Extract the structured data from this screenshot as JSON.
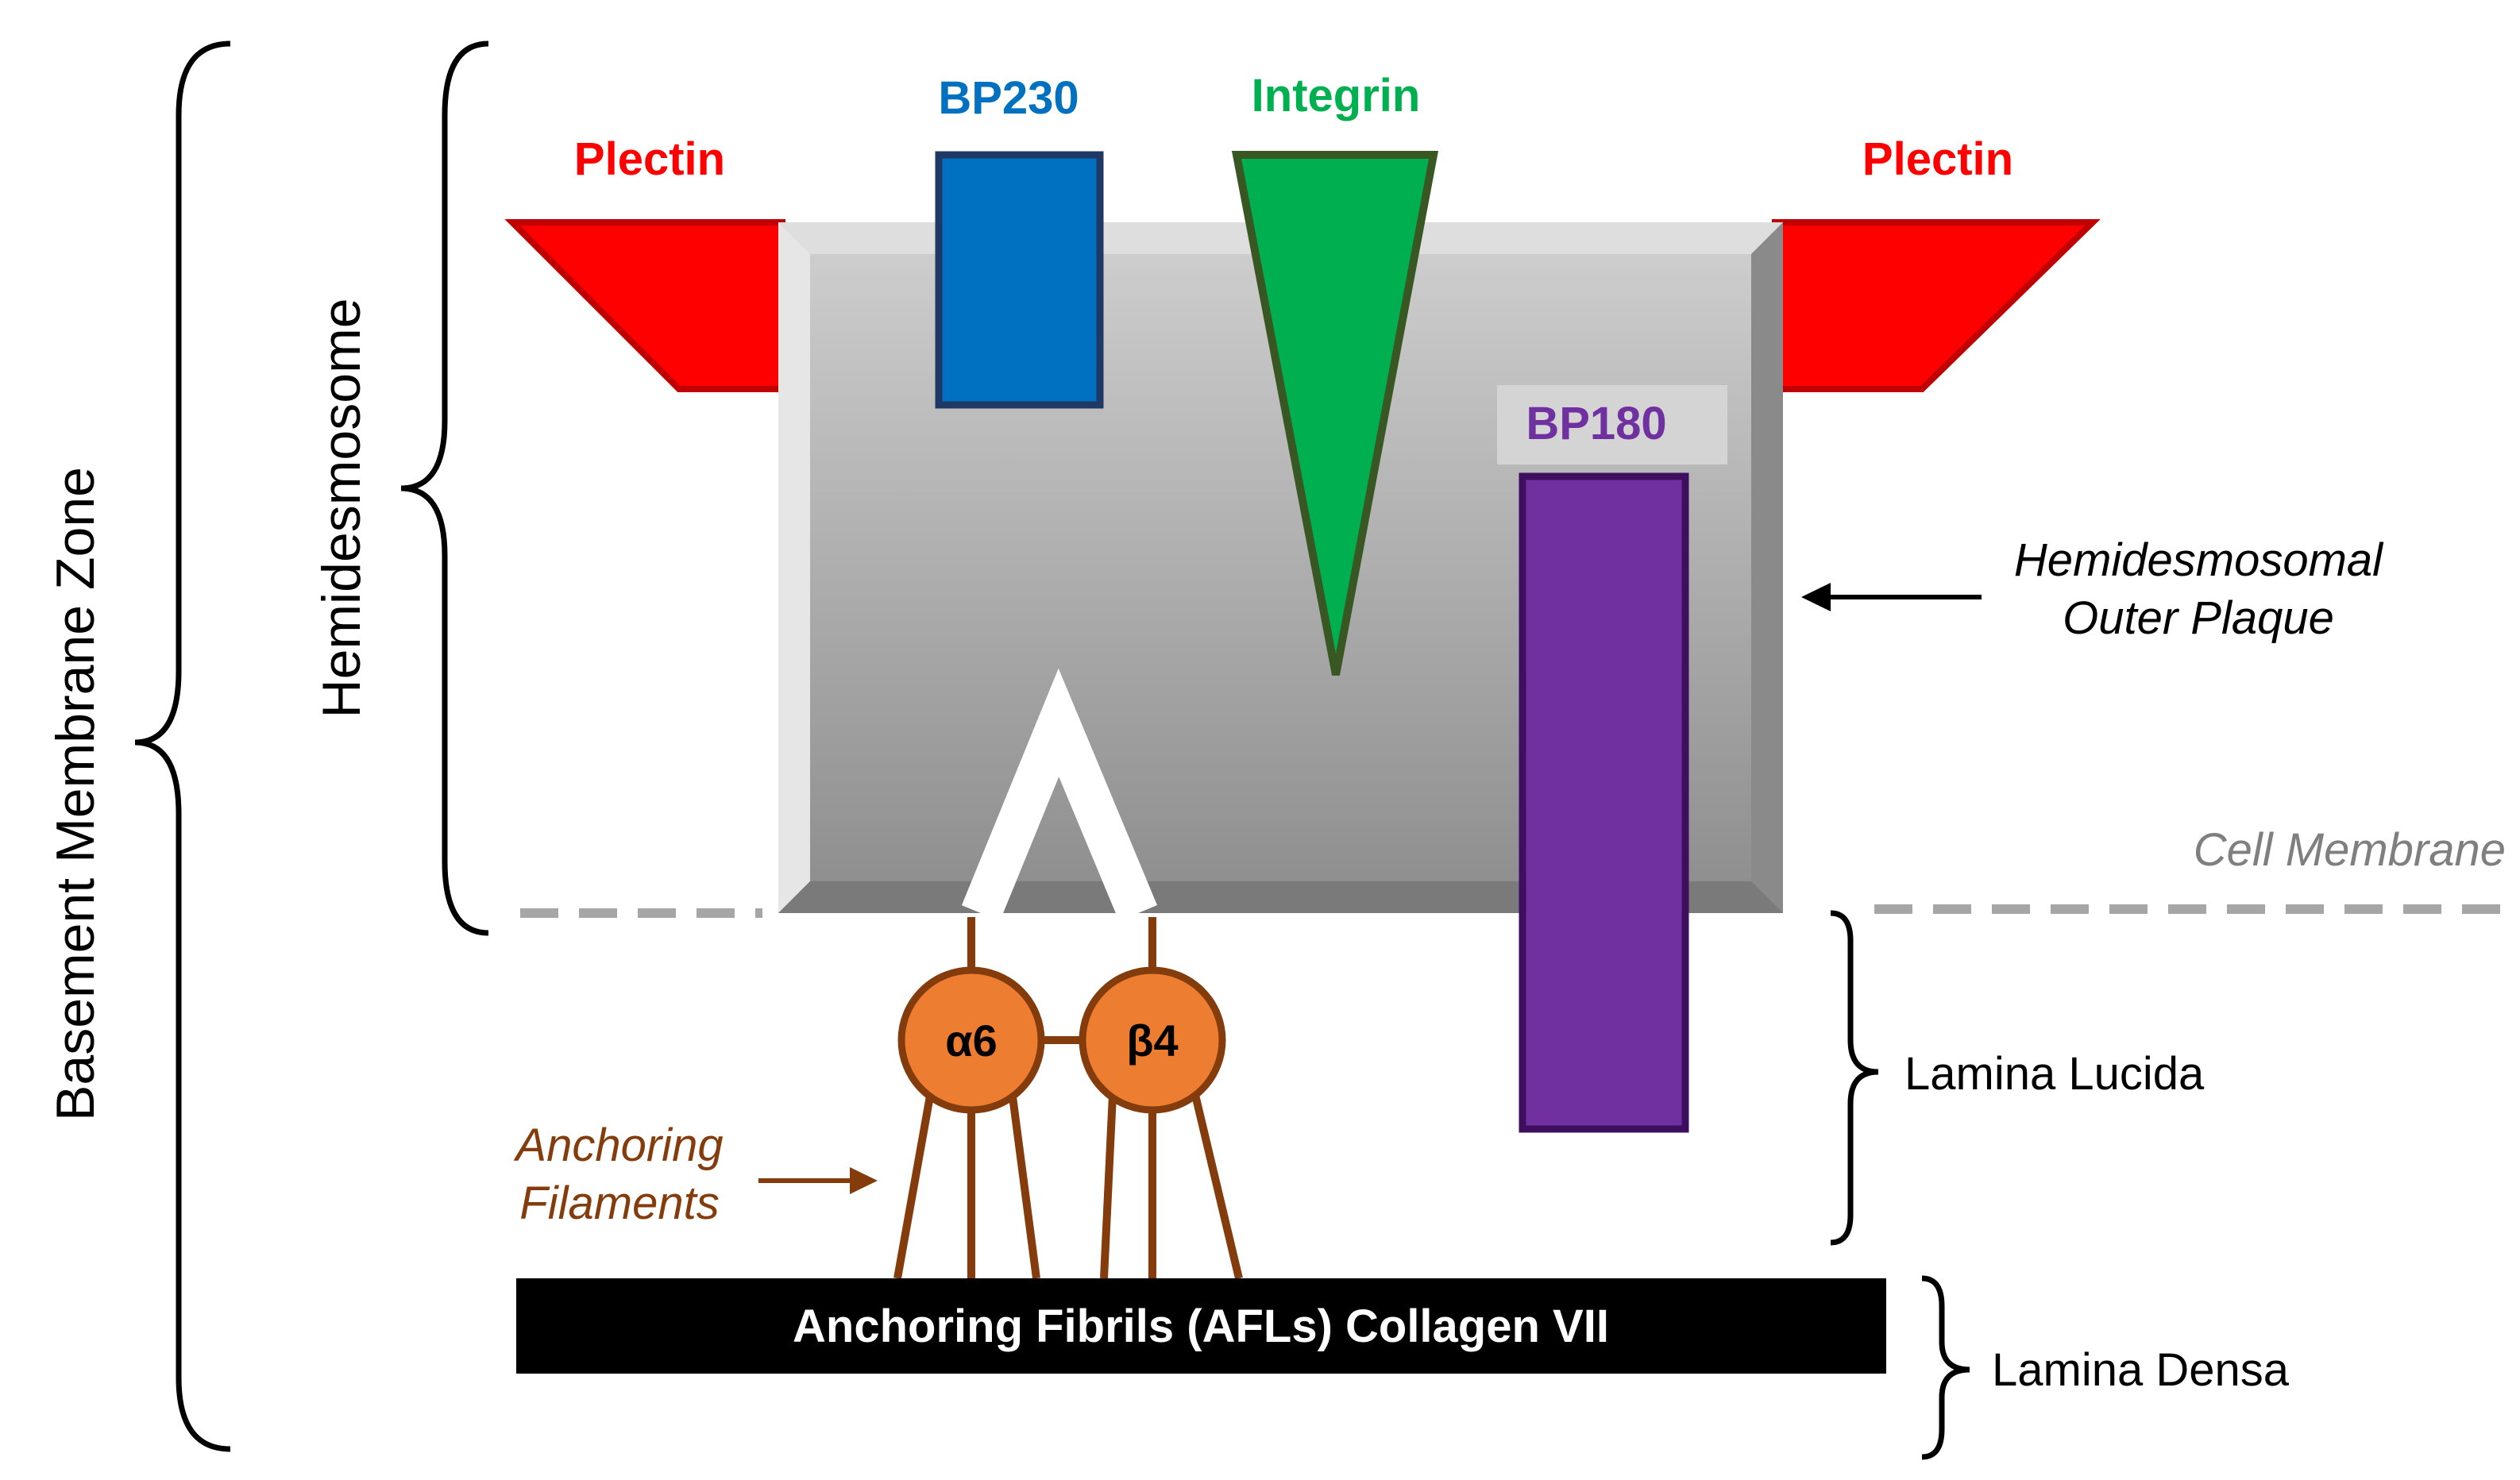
{
  "labels": {
    "basement_membrane_zone": "Basement Membrane Zone",
    "hemidesmosome": "Hemidesmosome",
    "plectin_left": "Plectin",
    "plectin_right": "Plectin",
    "bp230": "BP230",
    "integrin": "Integrin",
    "bp180": "BP180",
    "outer_plaque_line1": "Hemidesmosomal",
    "outer_plaque_line2": "Outer Plaque",
    "cell_membrane": "Cell Membrane",
    "lamina_lucida": "Lamina Lucida",
    "lamina_densa": "Lamina Densa",
    "alpha6": "α6",
    "beta4": "β4",
    "anchoring_filaments_line1": "Anchoring",
    "anchoring_filaments_line2": "Filaments",
    "collagen_bar": "Anchoring Fibrils (AFLs) Collagen VII"
  },
  "colors": {
    "plectin": "#ff0000",
    "plectin_border": "#c00000",
    "bp230": "#0070c0",
    "bp230_border": "#1f3864",
    "integrin": "#00b050",
    "integrin_border": "#385723",
    "bp180": "#7030a0",
    "bp180_border": "#3f0f5f",
    "integrin_subunit": "#ed7d31",
    "filament": "#843c0c",
    "collagen_bar": "#000000",
    "membrane_dash": "#a6a6a6",
    "cell_membrane_text": "#7f7f7f",
    "bp230_text": "#0070c0",
    "integrin_text": "#00b050",
    "bp180_text": "#7030a0",
    "plectin_text": "#ff0000",
    "anchoring_text": "#843c0c"
  }
}
